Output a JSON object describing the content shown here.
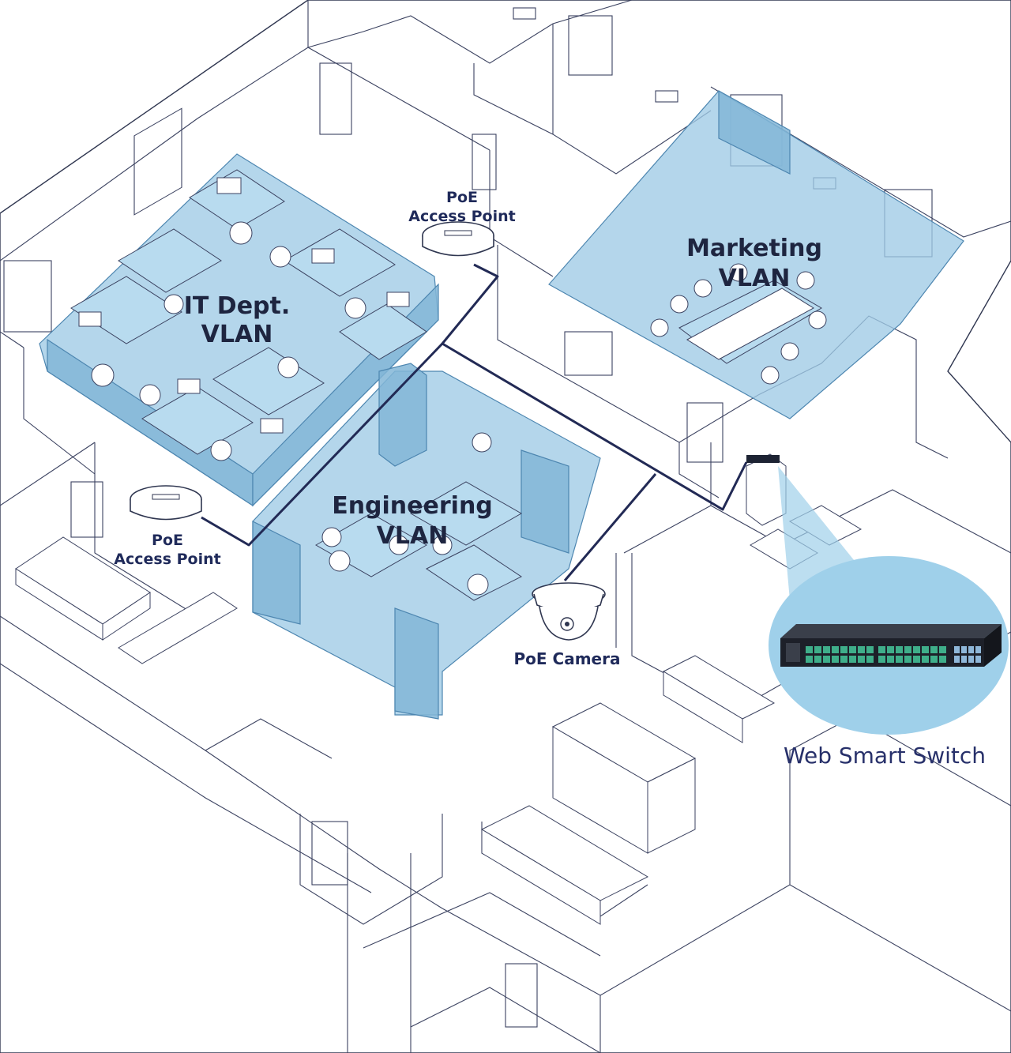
{
  "zones": [
    {
      "id": "it",
      "label_lines": [
        "IT Dept.",
        "VLAN"
      ]
    },
    {
      "id": "marketing",
      "label_lines": [
        "Marketing",
        "VLAN"
      ]
    },
    {
      "id": "engineering",
      "label_lines": [
        "Engineering",
        "VLAN"
      ]
    }
  ],
  "devices": {
    "access_point_top": {
      "label_lines": [
        "PoE",
        "Access Point"
      ]
    },
    "access_point_left": {
      "label_lines": [
        "PoE",
        "Access Point"
      ]
    },
    "camera": {
      "label": "PoE Camera"
    },
    "switch": {
      "label": "Web Smart Switch"
    }
  },
  "colors": {
    "zone_fill": "#9fcbe6",
    "cable": "#222a55",
    "switch_bubble": "#9fd0ea",
    "outline": "#2f3650"
  }
}
